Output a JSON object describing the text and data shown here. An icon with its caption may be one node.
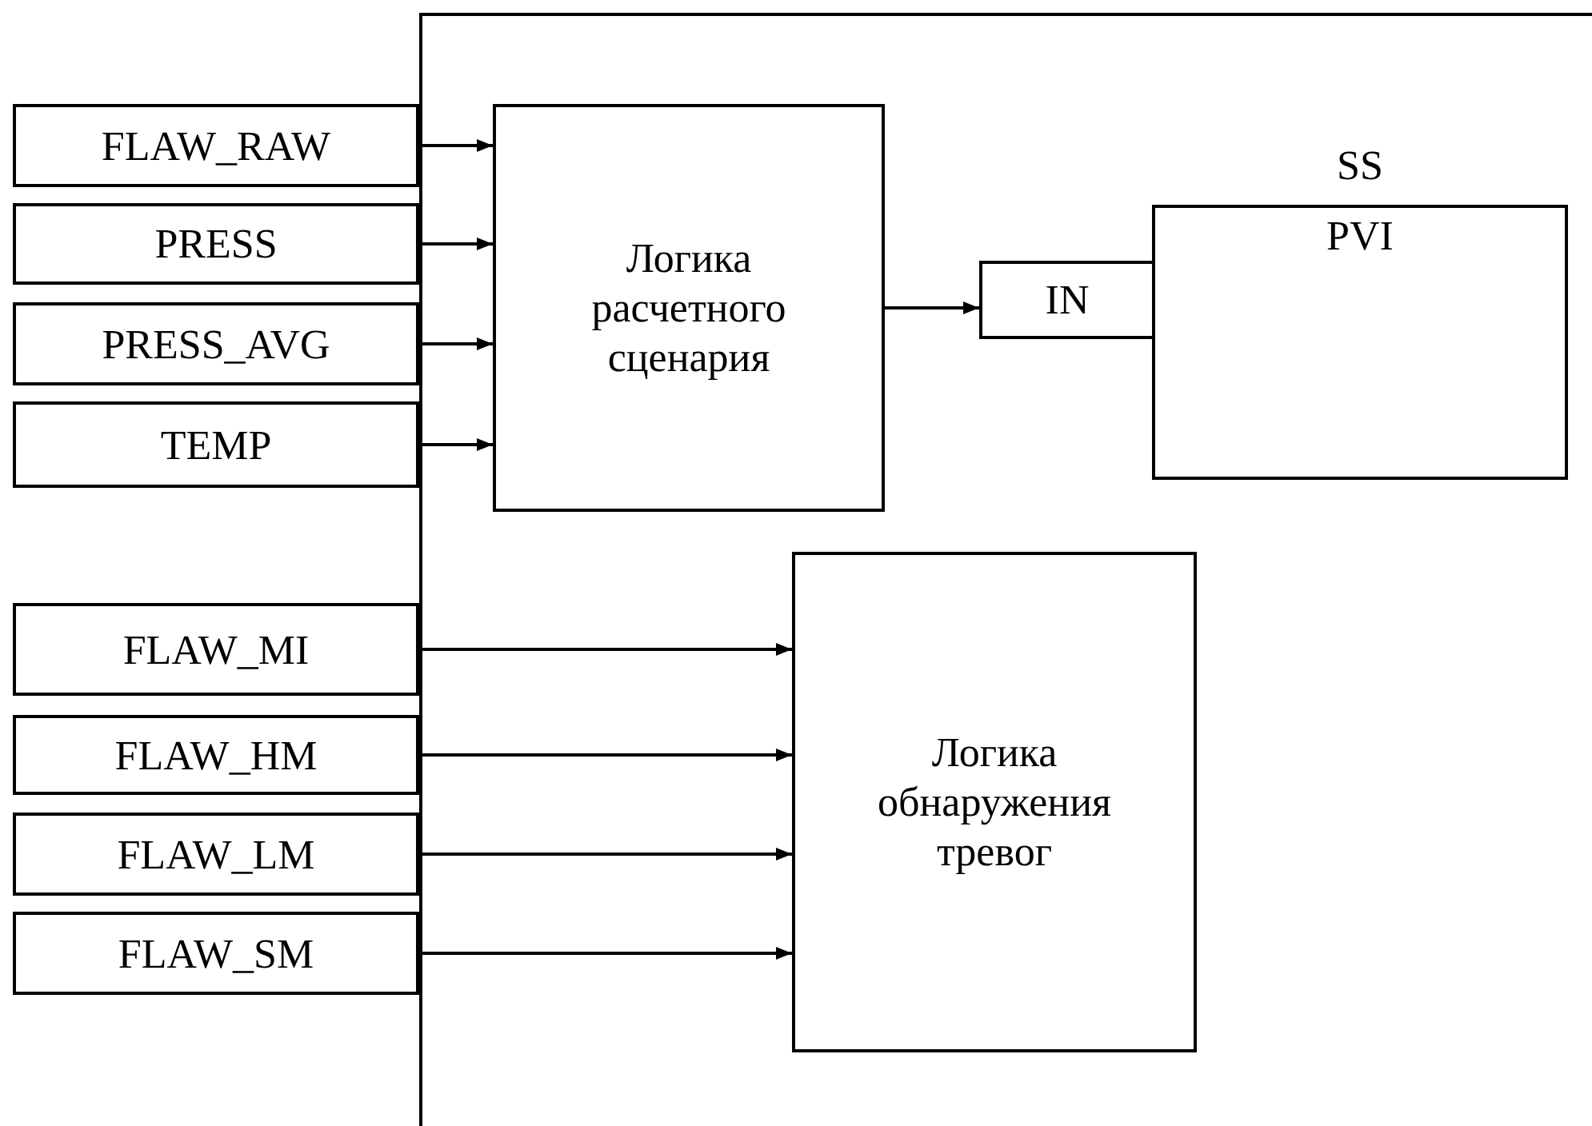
{
  "diagram": {
    "nodes": [
      {
        "text": [],
        "shape": "box"
      },
      {
        "text": [
          "FLAW_RAW"
        ]
      },
      {
        "text": [
          "PRESS"
        ]
      },
      {
        "text": [
          "PRESS_AVG"
        ]
      },
      {
        "text": [
          "TEMP"
        ]
      },
      {
        "text": [
          "Логика расчетного сценария"
        ],
        "in": 0
      },
      {
        "text": [
          "IN"
        ],
        "in": 0
      },
      {
        "text": [
          "SS",
          "PVI"
        ],
        "in": 0
      },
      {
        "text": [
          "Логика обнаружения тревог"
        ],
        "in": 0
      },
      {
        "text": [
          "FLAW_MI"
        ]
      },
      {
        "text": [
          "FLAW_HM"
        ]
      },
      {
        "text": [
          "FLAW_LM"
        ]
      },
      {
        "text": [
          "FLAW_SM"
        ]
      }
    ],
    "edges": [
      {
        "from": 1,
        "to": 5,
        "arrow": "to"
      },
      {
        "from": 2,
        "to": 5,
        "arrow": "to"
      },
      {
        "from": 3,
        "to": 5,
        "arrow": "to"
      },
      {
        "from": 4,
        "to": 5,
        "arrow": "to"
      },
      {
        "from": 5,
        "to": 6,
        "arrow": "to"
      },
      {
        "from": 9,
        "to": 8,
        "arrow": "to"
      },
      {
        "from": 10,
        "to": 8,
        "arrow": "to"
      },
      {
        "from": 11,
        "to": 8,
        "arrow": "to"
      },
      {
        "from": 12,
        "to": 8,
        "arrow": "to"
      }
    ]
  }
}
